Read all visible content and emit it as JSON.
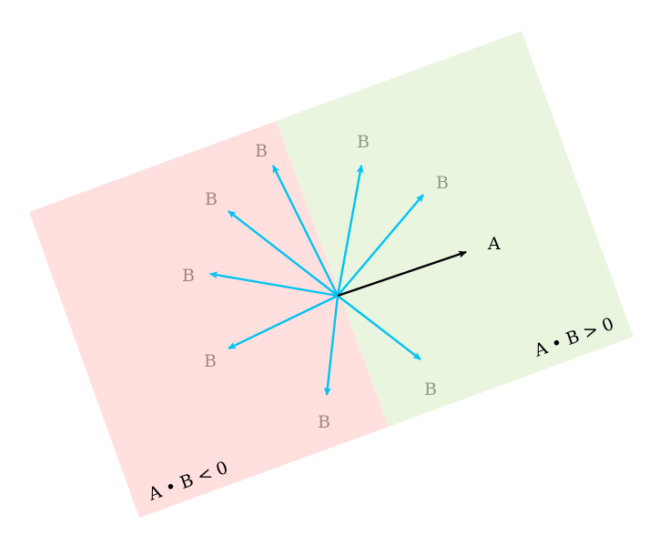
{
  "regions": {
    "negative": {
      "label": "A • B < 0",
      "color": "#ffe0de"
    },
    "positive": {
      "label": "A • B > 0",
      "color": "#eaf5e0"
    }
  },
  "vector_a": {
    "label": "A",
    "color": "#000000"
  },
  "vectors_b": {
    "color": "#00c3f5",
    "labels": [
      "B",
      "B",
      "B",
      "B",
      "B",
      "B",
      "B",
      "B"
    ],
    "label_color_negative": "#9f8783",
    "label_color_positive": "#8c9a88"
  }
}
